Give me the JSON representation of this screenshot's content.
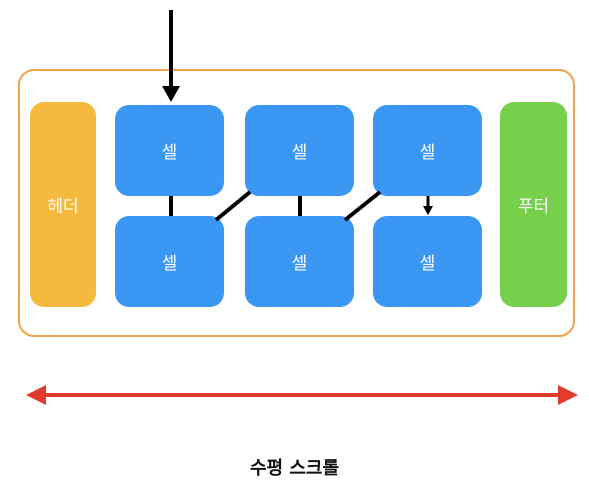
{
  "diagram": {
    "header_label": "헤더",
    "footer_label": "푸터",
    "cells": [
      "셀",
      "셀",
      "셀",
      "셀",
      "셀",
      "셀"
    ],
    "caption": "수평 스크롤"
  },
  "colors": {
    "container_border": "#f2a24a",
    "header": "#f5b93d",
    "footer": "#76d04b",
    "cell": "#3b97f4",
    "connector": "#000000",
    "scroll_arrow": "#e03b2c"
  }
}
